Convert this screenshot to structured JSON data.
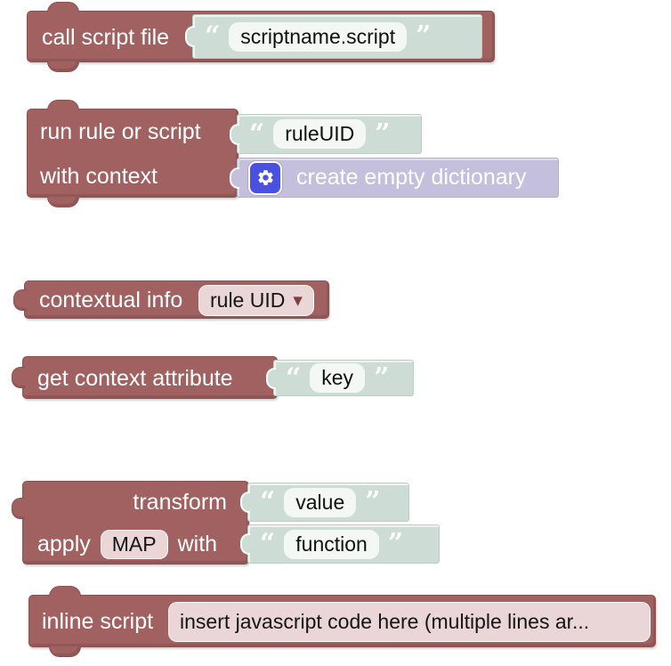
{
  "colors": {
    "statement_block": "#a26161",
    "block_border": "#8a5151",
    "string_block": "#cddcd5",
    "dictionary_block": "#c5bfde",
    "gear_icon_bg": "#4a50e2",
    "pink_field": "#ead6d6",
    "white_field": "#f3f8f5"
  },
  "icons": {
    "quote_open": "“",
    "quote_close": "”",
    "dropdown_arrow": "▾",
    "gear": "gear-icon"
  },
  "blocks": {
    "call_script_file": {
      "label": "call script file",
      "script_name": "scriptname.script"
    },
    "run_rule_or_script": {
      "label": "run rule or script",
      "with_context_label": "with context",
      "rule_uid": "ruleUID",
      "context_value": "create empty dictionary"
    },
    "contextual_info": {
      "label": "contextual info",
      "selected_option": "rule UID"
    },
    "get_context_attribute": {
      "label": "get context attribute",
      "key": "key"
    },
    "transform": {
      "label": "transform",
      "value": "value",
      "apply_label": "apply",
      "transformation_type": "MAP",
      "with_label": "with",
      "function": "function"
    },
    "inline_script": {
      "label": "inline script",
      "code": "insert javascript code here (multiple lines ar..."
    }
  }
}
